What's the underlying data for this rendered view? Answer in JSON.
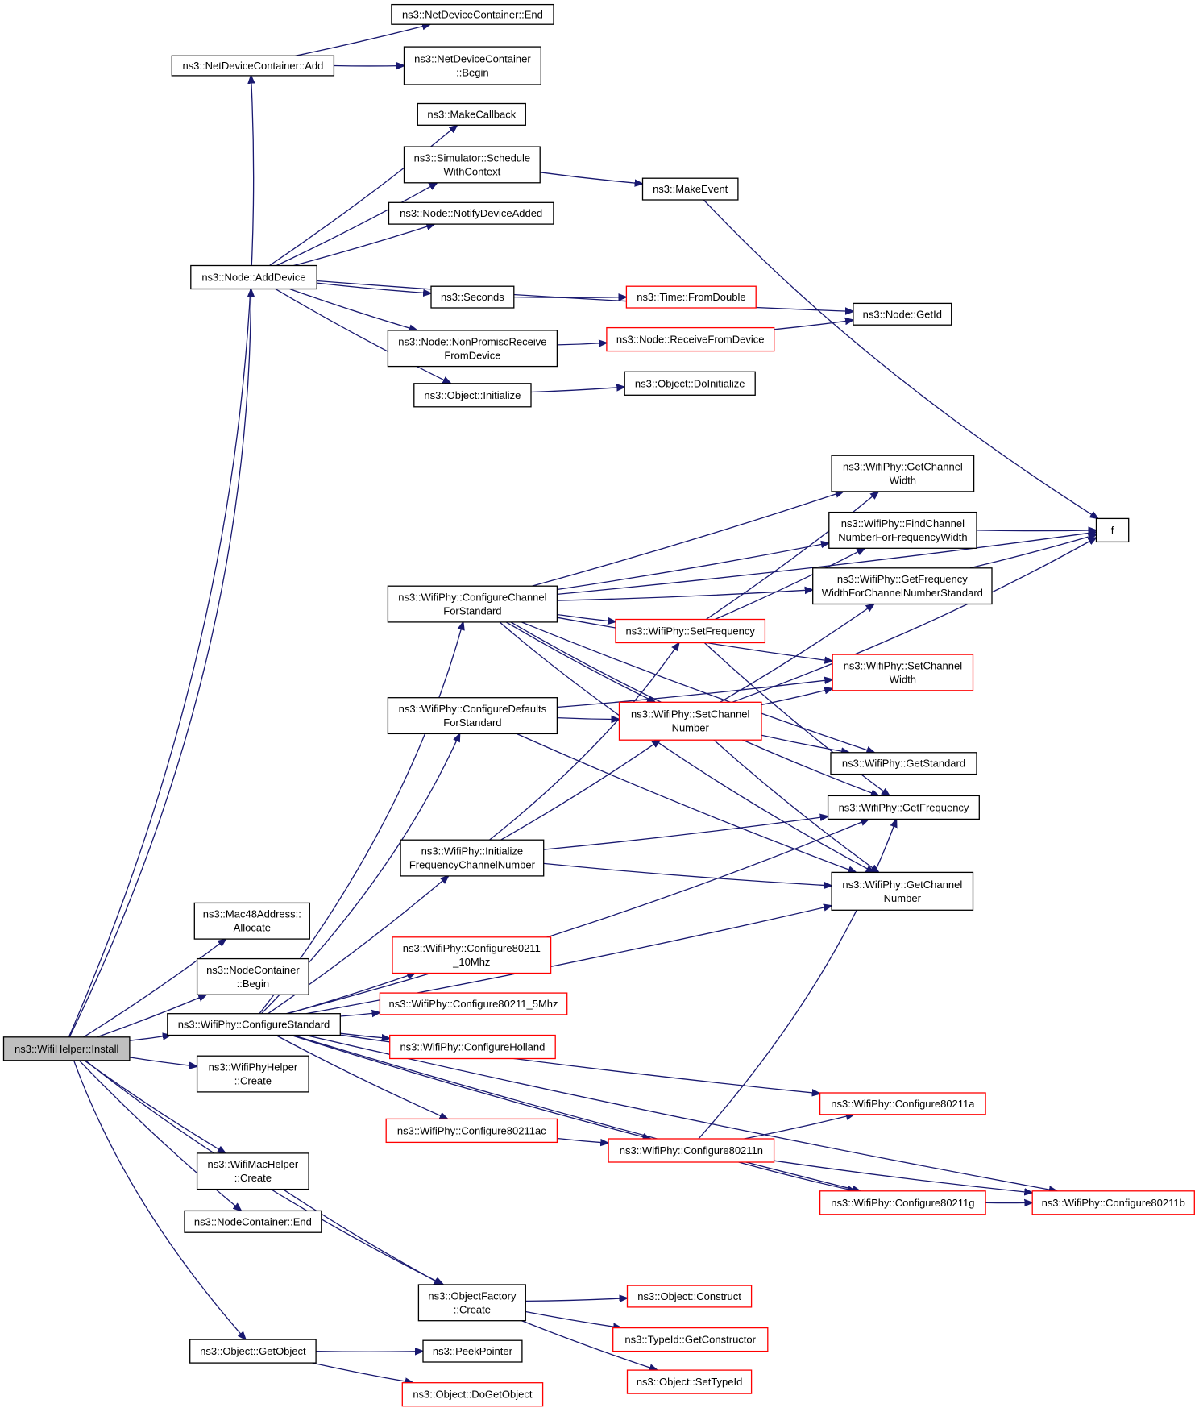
{
  "diagram": {
    "nodes": [
      {
        "id": "n0",
        "lines": [
          "ns3::WifiHelper::Install"
        ],
        "style": "root"
      },
      {
        "id": "n1",
        "lines": [
          "ns3::NetDeviceContainer::Add"
        ],
        "style": "black"
      },
      {
        "id": "n2",
        "lines": [
          "ns3::NetDeviceContainer::End"
        ],
        "style": "black"
      },
      {
        "id": "n3",
        "lines": [
          "ns3::NetDeviceContainer",
          "::Begin"
        ],
        "style": "black"
      },
      {
        "id": "n4",
        "lines": [
          "ns3::Node::AddDevice"
        ],
        "style": "black"
      },
      {
        "id": "n5",
        "lines": [
          "ns3::MakeCallback"
        ],
        "style": "black"
      },
      {
        "id": "n6",
        "lines": [
          "ns3::Simulator::Schedule",
          "WithContext"
        ],
        "style": "black"
      },
      {
        "id": "n7",
        "lines": [
          "ns3::MakeEvent"
        ],
        "style": "black"
      },
      {
        "id": "n8",
        "lines": [
          "ns3::Node::NotifyDeviceAdded"
        ],
        "style": "black"
      },
      {
        "id": "n9",
        "lines": [
          "ns3::Seconds"
        ],
        "style": "black"
      },
      {
        "id": "n10",
        "lines": [
          "ns3::Time::FromDouble"
        ],
        "style": "red"
      },
      {
        "id": "n11",
        "lines": [
          "ns3::Node::GetId"
        ],
        "style": "black"
      },
      {
        "id": "n12",
        "lines": [
          "ns3::Node::NonPromiscReceive",
          "FromDevice"
        ],
        "style": "black"
      },
      {
        "id": "n13",
        "lines": [
          "ns3::Node::ReceiveFromDevice"
        ],
        "style": "red"
      },
      {
        "id": "n14",
        "lines": [
          "ns3::Object::Initialize"
        ],
        "style": "black"
      },
      {
        "id": "n15",
        "lines": [
          "ns3::Object::DoInitialize"
        ],
        "style": "black"
      },
      {
        "id": "n16",
        "lines": [
          "f"
        ],
        "style": "black"
      },
      {
        "id": "n17",
        "lines": [
          "ns3::WifiPhy::GetChannel",
          "Width"
        ],
        "style": "black"
      },
      {
        "id": "n18",
        "lines": [
          "ns3::WifiPhy::FindChannel",
          "NumberForFrequencyWidth"
        ],
        "style": "black"
      },
      {
        "id": "n19",
        "lines": [
          "ns3::WifiPhy::GetFrequency",
          "WidthForChannelNumberStandard"
        ],
        "style": "black"
      },
      {
        "id": "n20",
        "lines": [
          "ns3::WifiPhy::ConfigureChannel",
          "ForStandard"
        ],
        "style": "black"
      },
      {
        "id": "n21",
        "lines": [
          "ns3::WifiPhy::SetFrequency"
        ],
        "style": "red"
      },
      {
        "id": "n22",
        "lines": [
          "ns3::WifiPhy::SetChannel",
          "Width"
        ],
        "style": "red"
      },
      {
        "id": "n23",
        "lines": [
          "ns3::WifiPhy::ConfigureDefaults",
          "ForStandard"
        ],
        "style": "black"
      },
      {
        "id": "n24",
        "lines": [
          "ns3::WifiPhy::SetChannel",
          "Number"
        ],
        "style": "red"
      },
      {
        "id": "n25",
        "lines": [
          "ns3::WifiPhy::GetStandard"
        ],
        "style": "black"
      },
      {
        "id": "n26",
        "lines": [
          "ns3::WifiPhy::GetFrequency"
        ],
        "style": "black"
      },
      {
        "id": "n27",
        "lines": [
          "ns3::WifiPhy::Initialize",
          "FrequencyChannelNumber"
        ],
        "style": "black"
      },
      {
        "id": "n28",
        "lines": [
          "ns3::WifiPhy::GetChannel",
          "Number"
        ],
        "style": "black"
      },
      {
        "id": "n29",
        "lines": [
          "ns3::Mac48Address::",
          "Allocate"
        ],
        "style": "black"
      },
      {
        "id": "n30",
        "lines": [
          "ns3::WifiPhy::Configure80211",
          "_10Mhz"
        ],
        "style": "red"
      },
      {
        "id": "n31",
        "lines": [
          "ns3::NodeContainer",
          "::Begin"
        ],
        "style": "black"
      },
      {
        "id": "n32",
        "lines": [
          "ns3::WifiPhy::Configure80211_5Mhz"
        ],
        "style": "red"
      },
      {
        "id": "n33",
        "lines": [
          "ns3::WifiPhy::ConfigureStandard"
        ],
        "style": "black"
      },
      {
        "id": "n34",
        "lines": [
          "ns3::WifiPhy::ConfigureHolland"
        ],
        "style": "red"
      },
      {
        "id": "n35",
        "lines": [
          "ns3::WifiPhyHelper",
          "::Create"
        ],
        "style": "black"
      },
      {
        "id": "n36",
        "lines": [
          "ns3::WifiPhy::Configure80211a"
        ],
        "style": "red"
      },
      {
        "id": "n37",
        "lines": [
          "ns3::WifiPhy::Configure80211ac"
        ],
        "style": "red"
      },
      {
        "id": "n38",
        "lines": [
          "ns3::WifiPhy::Configure80211n"
        ],
        "style": "red"
      },
      {
        "id": "n39",
        "lines": [
          "ns3::WifiMacHelper",
          "::Create"
        ],
        "style": "black"
      },
      {
        "id": "n40",
        "lines": [
          "ns3::WifiPhy::Configure80211g"
        ],
        "style": "red"
      },
      {
        "id": "n41",
        "lines": [
          "ns3::WifiPhy::Configure80211b"
        ],
        "style": "red"
      },
      {
        "id": "n42",
        "lines": [
          "ns3::NodeContainer::End"
        ],
        "style": "black"
      },
      {
        "id": "n43",
        "lines": [
          "ns3::ObjectFactory",
          "::Create"
        ],
        "style": "black"
      },
      {
        "id": "n44",
        "lines": [
          "ns3::Object::Construct"
        ],
        "style": "red"
      },
      {
        "id": "n45",
        "lines": [
          "ns3::TypeId::GetConstructor"
        ],
        "style": "red"
      },
      {
        "id": "n46",
        "lines": [
          "ns3::Object::GetObject"
        ],
        "style": "black"
      },
      {
        "id": "n47",
        "lines": [
          "ns3::Object::SetTypeId"
        ],
        "style": "red"
      },
      {
        "id": "n48",
        "lines": [
          "ns3::PeekPointer"
        ],
        "style": "black"
      },
      {
        "id": "n49",
        "lines": [
          "ns3::Object::DoGetObject"
        ],
        "style": "red"
      }
    ],
    "edges": [
      [
        "n0",
        "n1"
      ],
      [
        "n1",
        "n2"
      ],
      [
        "n1",
        "n3"
      ],
      [
        "n0",
        "n4"
      ],
      [
        "n4",
        "n5"
      ],
      [
        "n4",
        "n6"
      ],
      [
        "n6",
        "n7"
      ],
      [
        "n7",
        "n16"
      ],
      [
        "n4",
        "n8"
      ],
      [
        "n4",
        "n9"
      ],
      [
        "n9",
        "n10"
      ],
      [
        "n4",
        "n11"
      ],
      [
        "n4",
        "n12"
      ],
      [
        "n12",
        "n13"
      ],
      [
        "n13",
        "n11"
      ],
      [
        "n4",
        "n14"
      ],
      [
        "n14",
        "n15"
      ],
      [
        "n0",
        "n29"
      ],
      [
        "n0",
        "n31"
      ],
      [
        "n0",
        "n33"
      ],
      [
        "n0",
        "n35"
      ],
      [
        "n0",
        "n39"
      ],
      [
        "n0",
        "n42"
      ],
      [
        "n0",
        "n43"
      ],
      [
        "n0",
        "n46"
      ],
      [
        "n33",
        "n20"
      ],
      [
        "n33",
        "n23"
      ],
      [
        "n33",
        "n26"
      ],
      [
        "n33",
        "n27"
      ],
      [
        "n33",
        "n28"
      ],
      [
        "n33",
        "n30"
      ],
      [
        "n33",
        "n32"
      ],
      [
        "n33",
        "n34"
      ],
      [
        "n33",
        "n36"
      ],
      [
        "n33",
        "n37"
      ],
      [
        "n33",
        "n38"
      ],
      [
        "n33",
        "n40"
      ],
      [
        "n33",
        "n41"
      ],
      [
        "n20",
        "n16"
      ],
      [
        "n20",
        "n17"
      ],
      [
        "n20",
        "n18"
      ],
      [
        "n20",
        "n19"
      ],
      [
        "n20",
        "n21"
      ],
      [
        "n20",
        "n22"
      ],
      [
        "n20",
        "n24"
      ],
      [
        "n20",
        "n25"
      ],
      [
        "n20",
        "n26"
      ],
      [
        "n20",
        "n28"
      ],
      [
        "n18",
        "n16"
      ],
      [
        "n19",
        "n16"
      ],
      [
        "n21",
        "n17"
      ],
      [
        "n21",
        "n18"
      ],
      [
        "n21",
        "n26"
      ],
      [
        "n23",
        "n22"
      ],
      [
        "n23",
        "n24"
      ],
      [
        "n23",
        "n28"
      ],
      [
        "n24",
        "n16"
      ],
      [
        "n24",
        "n19"
      ],
      [
        "n24",
        "n22"
      ],
      [
        "n24",
        "n25"
      ],
      [
        "n24",
        "n28"
      ],
      [
        "n27",
        "n21"
      ],
      [
        "n27",
        "n24"
      ],
      [
        "n27",
        "n26"
      ],
      [
        "n27",
        "n28"
      ],
      [
        "n37",
        "n38"
      ],
      [
        "n38",
        "n36"
      ],
      [
        "n38",
        "n40"
      ],
      [
        "n38",
        "n41"
      ],
      [
        "n38",
        "n26"
      ],
      [
        "n40",
        "n41"
      ],
      [
        "n39",
        "n43"
      ],
      [
        "n43",
        "n44"
      ],
      [
        "n43",
        "n45"
      ],
      [
        "n43",
        "n47"
      ],
      [
        "n46",
        "n48"
      ],
      [
        "n46",
        "n49"
      ]
    ]
  }
}
